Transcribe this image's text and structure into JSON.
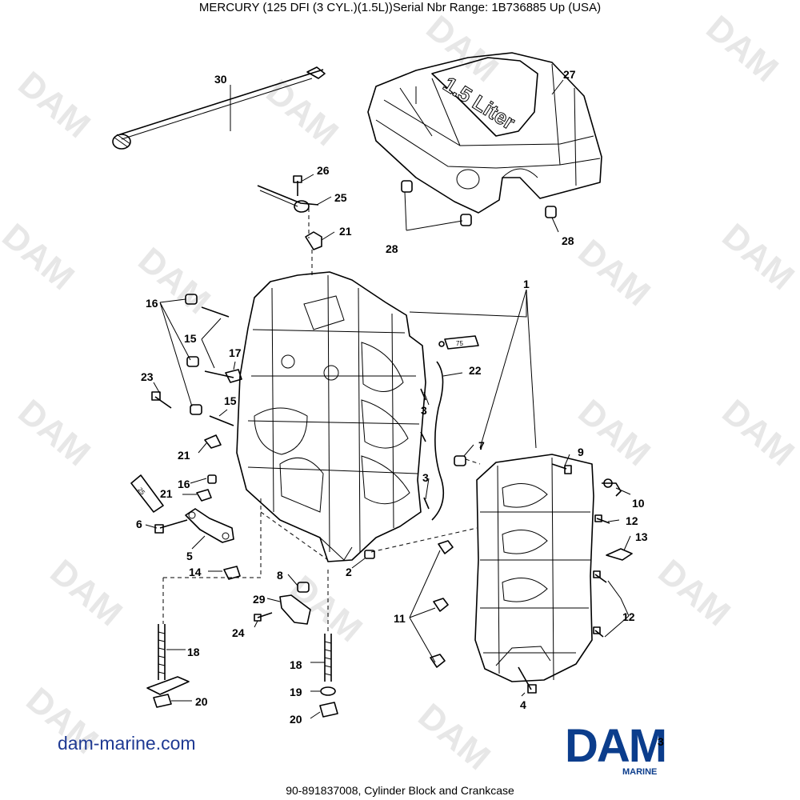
{
  "header": {
    "title": "MERCURY (125 DFI (3 CYL.)(1.5L))Serial Nbr Range: 1B736885  Up (USA)"
  },
  "footer": {
    "caption": "90-891837008, Cylinder Block and Crankcase",
    "site_link": "dam-marine.com"
  },
  "watermark": {
    "text": "DAM"
  },
  "logo": {
    "main": "DAM",
    "sub": "MARINE",
    "stray": "3",
    "color": "#0b3d8c"
  },
  "cover": {
    "label": "1.5 Liter"
  },
  "tube_labels": {
    "left": "25",
    "right": "75"
  },
  "callouts": {
    "c1": "1",
    "c2": "2",
    "c3a": "3",
    "c3b": "3",
    "c4": "4",
    "c5": "5",
    "c6": "6",
    "c7": "7",
    "c8": "8",
    "c9": "9",
    "c10": "10",
    "c11": "11",
    "c12a": "12",
    "c12b": "12",
    "c13": "13",
    "c14": "14",
    "c15a": "15",
    "c15b": "15",
    "c16a": "16",
    "c16b": "16",
    "c17": "17",
    "c18a": "18",
    "c18b": "18",
    "c19": "19",
    "c20a": "20",
    "c20b": "20",
    "c21a": "21",
    "c21b": "21",
    "c21c": "21",
    "c22": "22",
    "c23": "23",
    "c24": "24",
    "c25": "25",
    "c26": "26",
    "c27": "27",
    "c28a": "28",
    "c28b": "28",
    "c29": "29",
    "c30": "30"
  }
}
